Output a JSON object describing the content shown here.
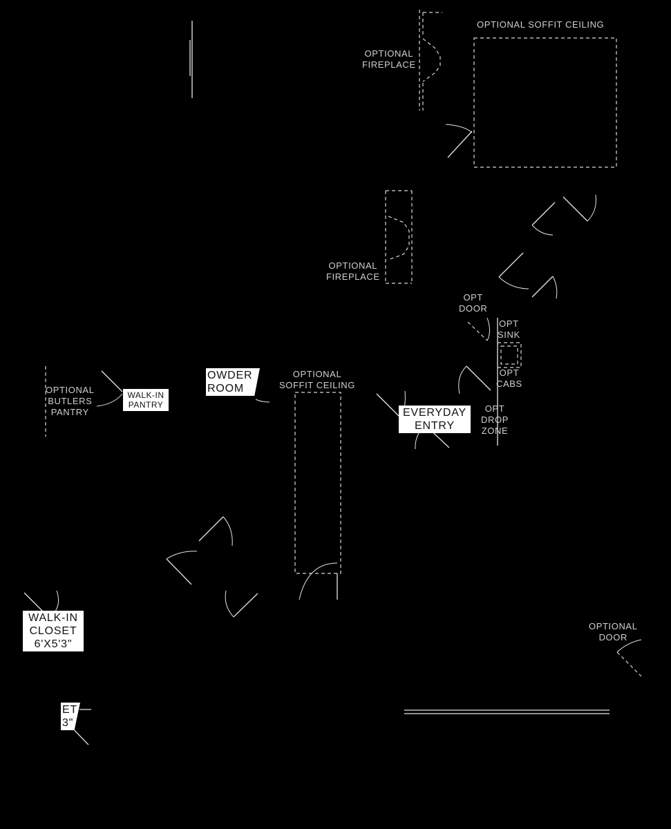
{
  "labels": {
    "optional_soffit_ceiling_top": "OPTIONAL SOFFIT CEILING",
    "optional_fireplace_top": [
      "OPTIONAL",
      "FIREPLACE"
    ],
    "optional_fireplace_mid": [
      "OPTIONAL",
      "FIREPLACE"
    ],
    "opt_door": [
      "OPT",
      "DOOR"
    ],
    "opt_sink": [
      "OPT",
      "SINK"
    ],
    "opt_cabs": [
      "OPT",
      "CABS"
    ],
    "opt_drop_zone": [
      "OPT",
      "DROP",
      "ZONE"
    ],
    "optional_soffit_ceiling_center": [
      "OPTIONAL",
      "SOFFIT CEILING"
    ],
    "optional_butlers_pantry": [
      "OPTIONAL",
      "BUTLERS",
      "PANTRY"
    ],
    "optional_door_right": [
      "OPTIONAL",
      "DOOR"
    ]
  },
  "rooms": {
    "walk_in_pantry": [
      "WALK-IN",
      "PANTRY"
    ],
    "powder_room": [
      "OWDER",
      "ROOM"
    ],
    "everyday_entry": [
      "EVERYDAY",
      "ENTRY"
    ],
    "walk_in_closet": [
      "WALK-IN",
      "CLOSET",
      "6'X5'3\""
    ],
    "closet_partial": [
      "ET",
      "3\""
    ]
  }
}
